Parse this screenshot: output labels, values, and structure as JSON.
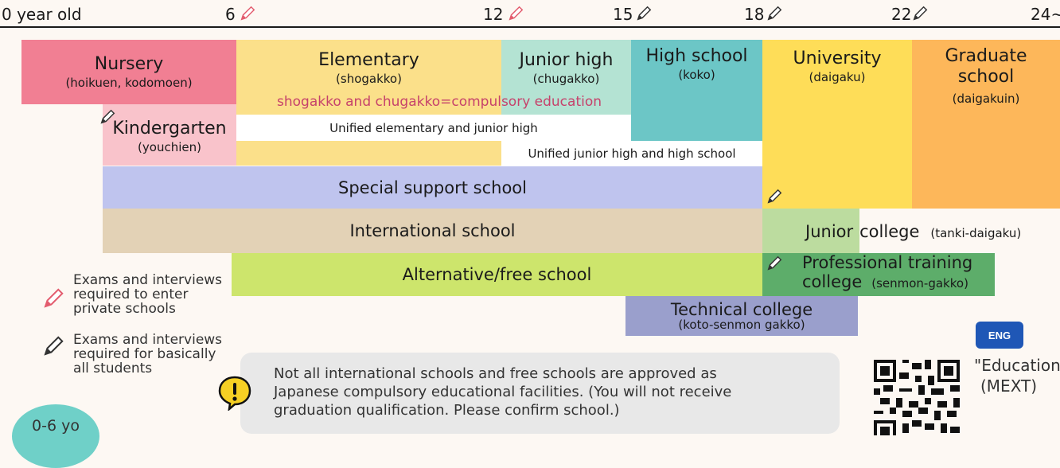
{
  "axis": {
    "ages": [
      "0 year old",
      "6",
      "12",
      "15",
      "18",
      "22",
      "24~"
    ]
  },
  "blocks": {
    "nursery": {
      "title": "Nursery",
      "sub": "(hoikuen, kodomoen)"
    },
    "elementary": {
      "title": "Elementary",
      "sub": "(shogakko)",
      "note": "shogakko and chugakko=compulsory education"
    },
    "junior_high": {
      "title": "Junior high",
      "sub": "(chugakko)"
    },
    "high_school": {
      "title": "High school",
      "sub": "(koko)"
    },
    "university": {
      "title": "University",
      "sub": "(daigaku)"
    },
    "graduate": {
      "title1": "Graduate",
      "title2": "school",
      "sub": "(daigakuin)"
    },
    "kindergarten": {
      "title": "Kindergarten",
      "sub": "(youchien)"
    },
    "unified_elem_jh": {
      "title": "Unified elementary and junior high"
    },
    "unified_jh_hs": {
      "title": "Unified junior high and high school"
    },
    "special_support": {
      "title": "Special support school"
    },
    "international": {
      "title": "International school"
    },
    "junior_college": {
      "title_a": "Junior",
      "title_b": "college",
      "sub": "(tanki-daigaku)"
    },
    "alternative": {
      "title": "Alternative/free school"
    },
    "professional": {
      "title1": "Professional training",
      "title2": "college",
      "sub": "(senmon-gakko)"
    },
    "technical": {
      "title": "Technical college",
      "sub": "(koto-senmon gakko)"
    }
  },
  "legend": {
    "private_exam": [
      "Exams and interviews",
      "required to enter",
      "private schools"
    ],
    "all_exam": [
      "Exams and interviews",
      "required for basically",
      "all students"
    ]
  },
  "note": {
    "lines": [
      "Not all international schools and free schools are approved as",
      "Japanese compulsory educational facilities. (You will not receive",
      "graduation qualification. Please confirm school.)"
    ]
  },
  "age_badge": "0-6 yo",
  "eng_badge": "ENG",
  "source": [
    "\"Education",
    "(MEXT)"
  ],
  "colors": {
    "nursery": "#f17f93",
    "kindergarten": "#f9c3cb",
    "elementary": "#fbe08a",
    "junior_high": "#b4e3d3",
    "high_school": "#6cc6c6",
    "university": "#fedd58",
    "graduate": "#fdb75a",
    "special_support": "#bfc4ee",
    "international": "#e3d2b6",
    "junior_college": "#bcdc9f",
    "alternative": "#cde56c",
    "professional": "#5dad6a",
    "technical": "#9a9fcc",
    "note_text": "#c6426b",
    "badge": "#6fd0c8",
    "eng": "#1f57b6"
  }
}
